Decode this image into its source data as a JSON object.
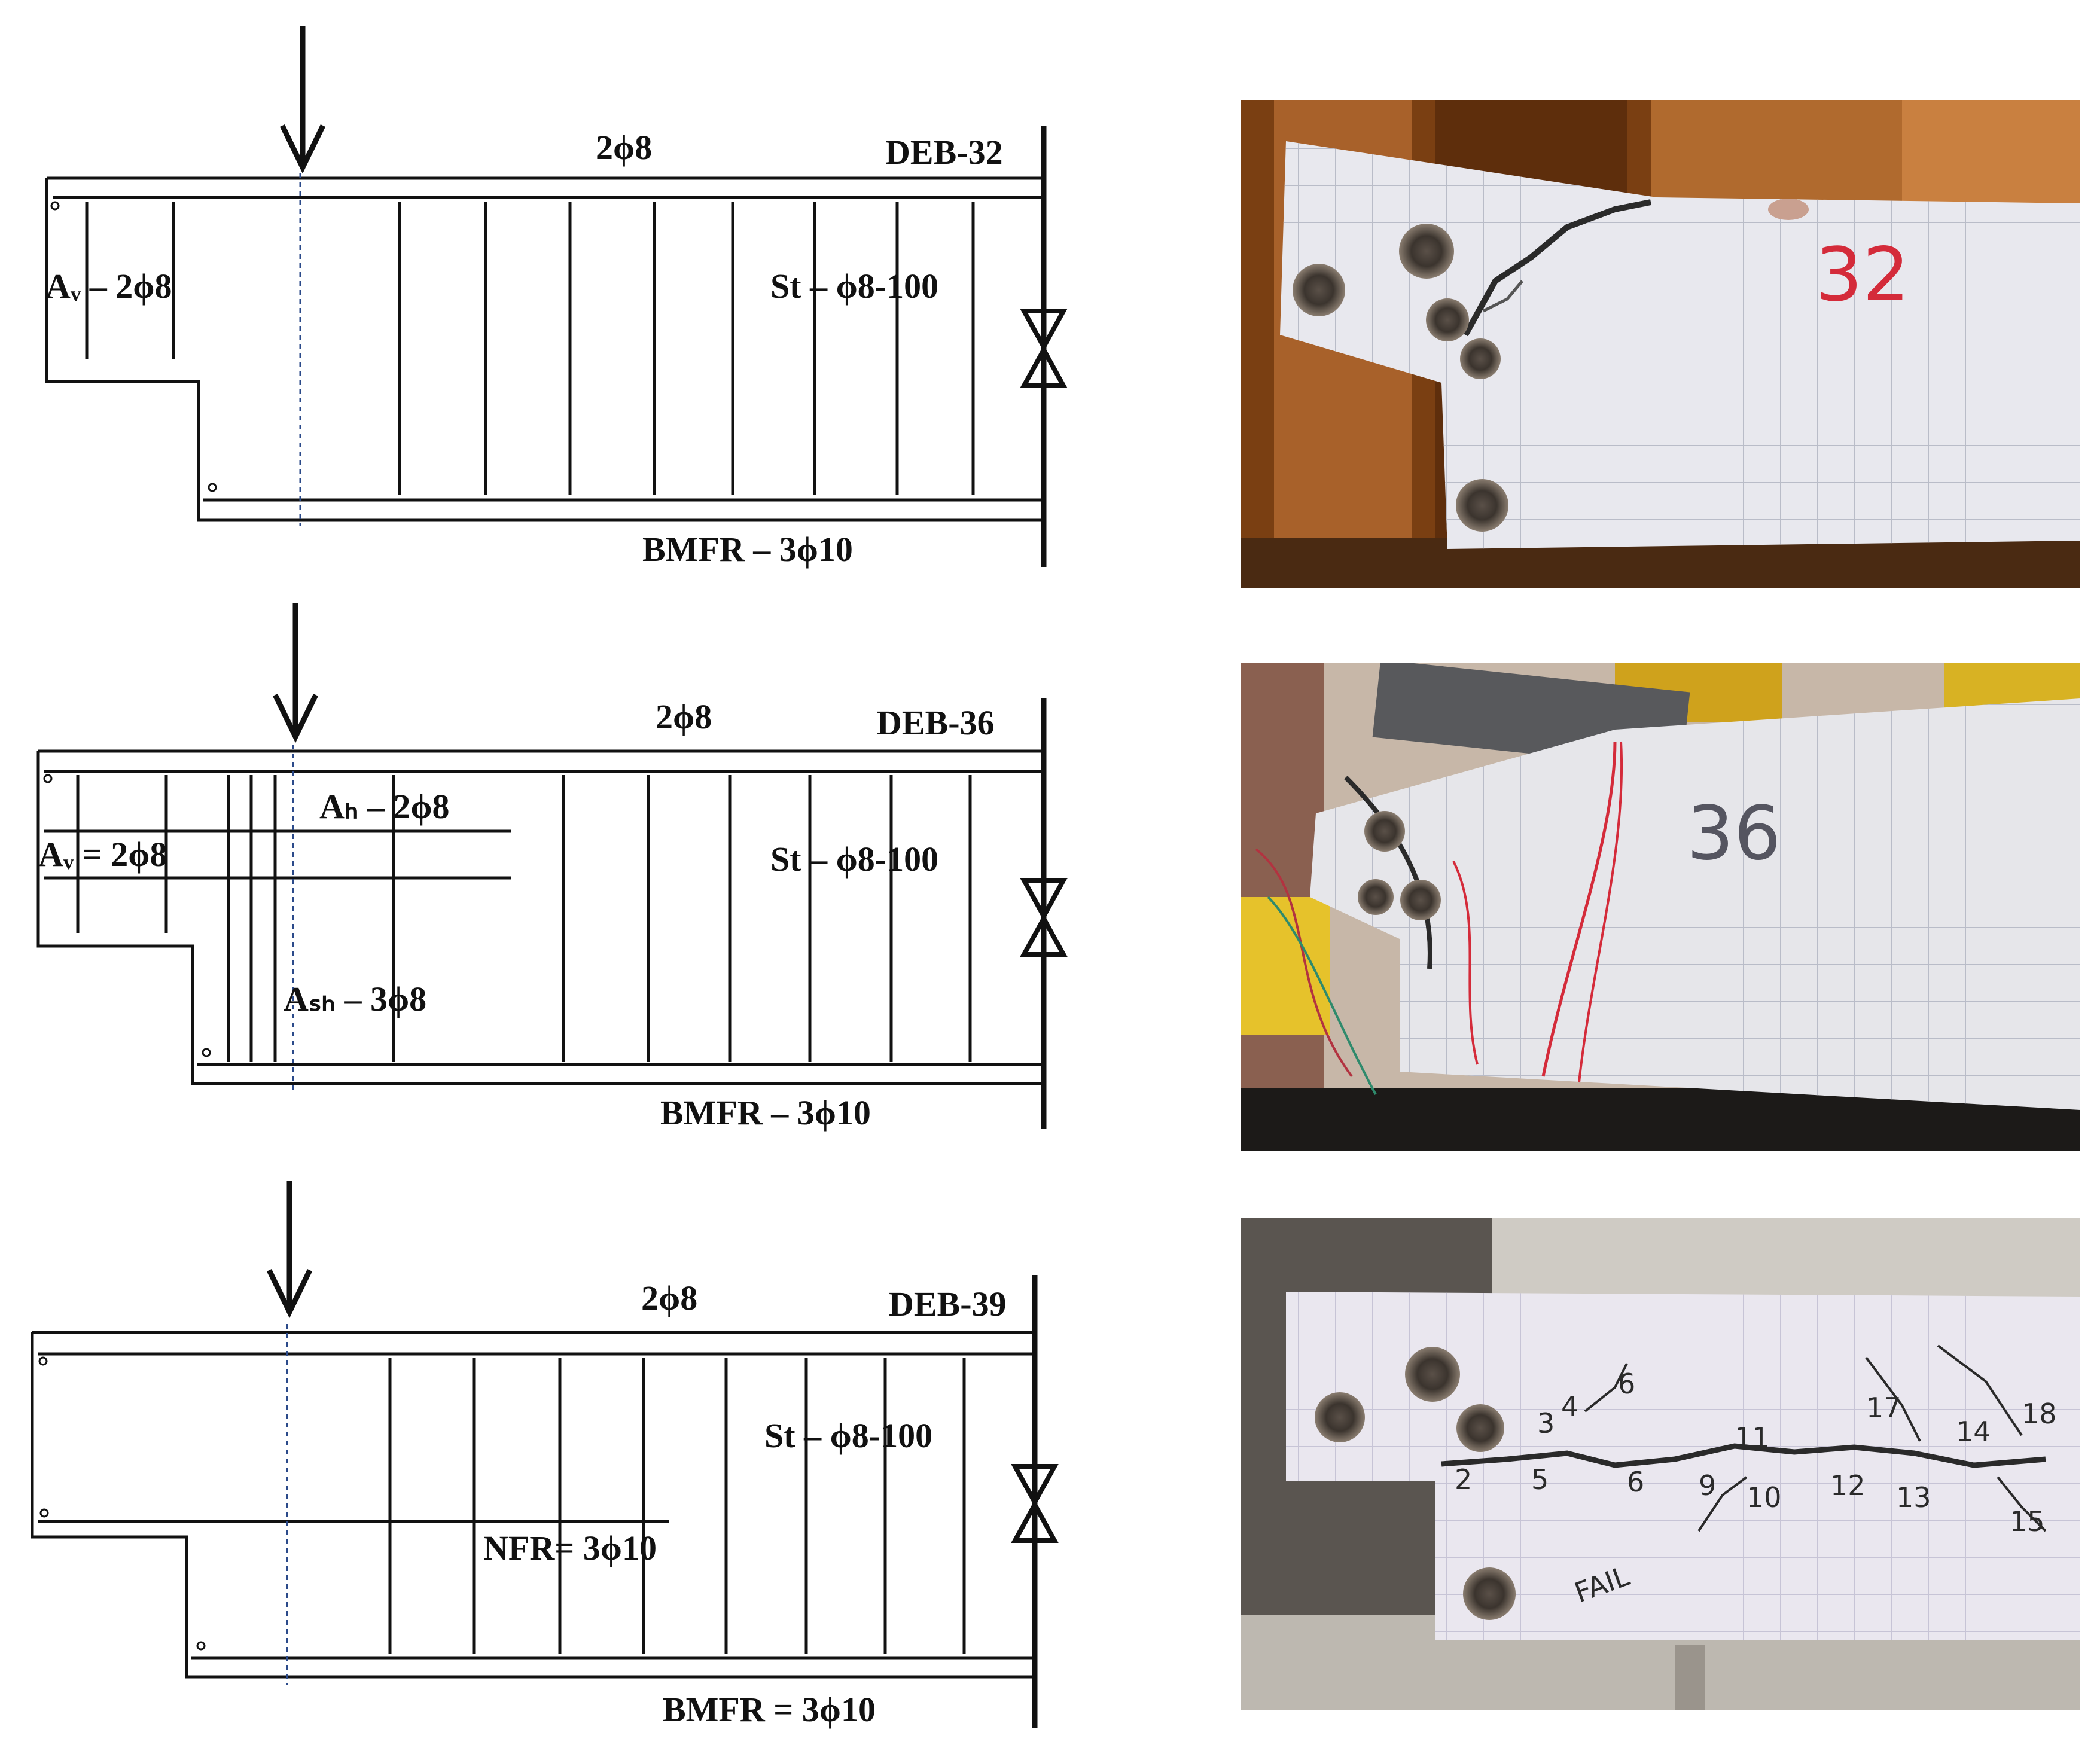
{
  "figure": {
    "panels": [
      {
        "id": "deb32",
        "specimen_label": "DEB-32",
        "top_bar": "2ϕ8",
        "stirrups": "St – ϕ8-100",
        "hanger": "Aᵥ – 2ϕ8",
        "main_bar": "BMFR – 3ϕ10",
        "photo_mark": "32"
      },
      {
        "id": "deb36",
        "specimen_label": "DEB-36",
        "top_bar": "2ϕ8",
        "stirrups": "St – ϕ8-100",
        "hanger": "Aᵥ = 2ϕ8",
        "horizontal_bar": "Aₕ – 2ϕ8",
        "vertical_bar": "Aₛₕ – 3ϕ8",
        "main_bar": "BMFR – 3ϕ10",
        "photo_mark": "36"
      },
      {
        "id": "deb39",
        "specimen_label": "DEB-39",
        "top_bar": "2ϕ8",
        "stirrups": "St – ϕ8-100",
        "nib_bar": "NFR= 3ϕ10",
        "main_bar": "BMFR = 3ϕ10",
        "photo_marks": [
          "3",
          "4",
          "6",
          "5",
          "2",
          "6",
          "9",
          "10",
          "11",
          "12",
          "13",
          "17",
          "14",
          "18",
          "15",
          "FAIL"
        ]
      }
    ]
  },
  "colors": {
    "line": "#111111",
    "dash": "#2b4a8a",
    "concrete": "#e9e9ec",
    "grid": "#b9bcc8",
    "crack": "#2a2a2a",
    "wood": "#9a5a1f",
    "red_marker": "#d42b3a"
  }
}
